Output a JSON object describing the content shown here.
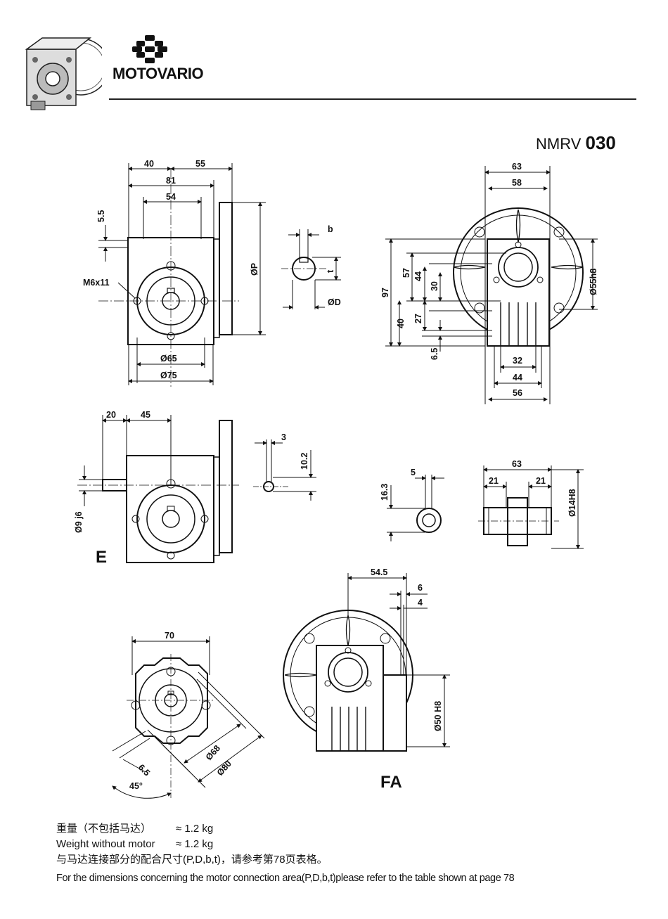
{
  "header": {
    "brand": "MOTOVARIO",
    "model_prefix": "NMRV ",
    "model_number": "030"
  },
  "views": {
    "front": {
      "dims": [
        "40",
        "55",
        "81",
        "54",
        "5.5",
        "M6x11",
        "ØP",
        "Ø65",
        "Ø75"
      ]
    },
    "key_detail_input": {
      "dims": [
        "b",
        "t",
        "ØD"
      ]
    },
    "flange_view": {
      "dims": [
        "63",
        "58",
        "97",
        "57",
        "44",
        "30",
        "40",
        "27",
        "6.5",
        "Ø55h8",
        "32",
        "44",
        "56"
      ]
    },
    "shaft_e": {
      "label": "E",
      "dims": [
        "20",
        "45",
        "Ø9 j6"
      ]
    },
    "key_detail_e": {
      "dims": [
        "3",
        "10.2"
      ]
    },
    "key_detail_output": {
      "dims": [
        "5",
        "16.3"
      ]
    },
    "output_shaft": {
      "dims": [
        "63",
        "21",
        "21",
        "Ø14H8"
      ]
    },
    "flange_fa_side": {
      "dims": [
        "70",
        "Ø68",
        "Ø80",
        "6.5",
        "45°"
      ]
    },
    "flange_fa": {
      "label": "FA",
      "dims": [
        "54.5",
        "6",
        "4",
        "Ø50 H8"
      ]
    }
  },
  "notes": {
    "weight_cn_label": "重量（不包括马达）",
    "weight_cn_value": "≈ 1.2 kg",
    "weight_en_label": "Weight without motor",
    "weight_en_value": "≈ 1.2 kg",
    "connection_cn": "与马达连接部分的配合尺寸(P,D,b,t)，请参考第78页表格。",
    "connection_en": "For the dimensions concerning the motor connection area(P,D,b,t)please refer to the table shown at page 78"
  }
}
